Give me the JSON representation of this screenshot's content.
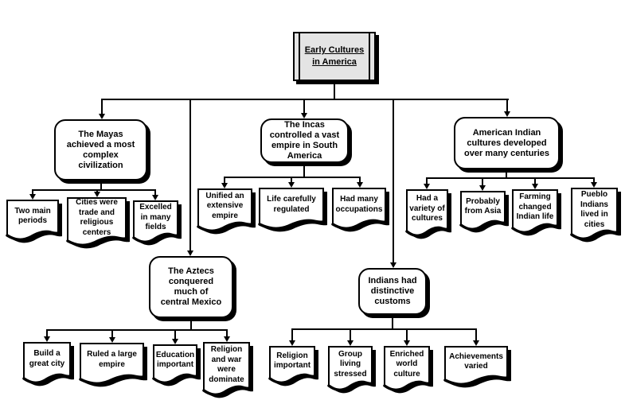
{
  "colors": {
    "background": "#ffffff",
    "line": "#000000",
    "node_fill": "#ffffff",
    "title_fill": "#e4e4e4",
    "shadow": "#000000"
  },
  "nodes": {
    "title": {
      "label": "Early Cultures\nin America"
    },
    "mayas": {
      "label": "The Mayas\nachieved a most\ncomplex\ncivilization"
    },
    "incas": {
      "label": "The Incas\ncontrolled a vast\nempire in South\nAmerica"
    },
    "amerind": {
      "label": "American Indian\ncultures developed\nover many centuries"
    },
    "aztecs": {
      "label": "The Aztecs\nconquered\nmuch of\ncentral Mexico"
    },
    "indians": {
      "label": "Indians had\ndistinctive\ncustoms"
    },
    "two_main": {
      "label": "Two main\nperiods"
    },
    "cities": {
      "label": "Cities were\ntrade and\nreligious\ncenters"
    },
    "excelled": {
      "label": "Excelled\nin many\nfields"
    },
    "unified": {
      "label": "Unified an\nextensive\nempire"
    },
    "life": {
      "label": "Life carefully\nregulated"
    },
    "occupations": {
      "label": "Had many\noccupations"
    },
    "variety": {
      "label": "Had a\nvariety of\ncultures"
    },
    "asia": {
      "label": "Probably\nfrom Asia"
    },
    "farming": {
      "label": "Farming\nchanged\nIndian life"
    },
    "pueblo": {
      "label": "Pueblo\nIndians\nlived in\ncities"
    },
    "build": {
      "label": "Build a\ngreat city"
    },
    "ruled": {
      "label": "Ruled a large\nempire"
    },
    "education": {
      "label": "Education\nimportant"
    },
    "religion_war": {
      "label": "Religion\nand war\nwere\ndominate"
    },
    "religion_imp": {
      "label": "Religion\nimportant"
    },
    "group_living": {
      "label": "Group\nliving\nstressed"
    },
    "enriched": {
      "label": "Enriched\nworld\nculture"
    },
    "achievements": {
      "label": "Achievements\nvaried"
    }
  },
  "links": [
    [
      "title",
      "mayas"
    ],
    [
      "title",
      "aztecs"
    ],
    [
      "title",
      "incas"
    ],
    [
      "title",
      "indians"
    ],
    [
      "title",
      "amerind"
    ],
    [
      "mayas",
      "two_main"
    ],
    [
      "mayas",
      "cities"
    ],
    [
      "mayas",
      "excelled"
    ],
    [
      "incas",
      "unified"
    ],
    [
      "incas",
      "life"
    ],
    [
      "incas",
      "occupations"
    ],
    [
      "amerind",
      "variety"
    ],
    [
      "amerind",
      "asia"
    ],
    [
      "amerind",
      "farming"
    ],
    [
      "amerind",
      "pueblo"
    ],
    [
      "aztecs",
      "build"
    ],
    [
      "aztecs",
      "ruled"
    ],
    [
      "aztecs",
      "education"
    ],
    [
      "aztecs",
      "religion_war"
    ],
    [
      "indians",
      "religion_imp"
    ],
    [
      "indians",
      "group_living"
    ],
    [
      "indians",
      "enriched"
    ],
    [
      "indians",
      "achievements"
    ]
  ]
}
